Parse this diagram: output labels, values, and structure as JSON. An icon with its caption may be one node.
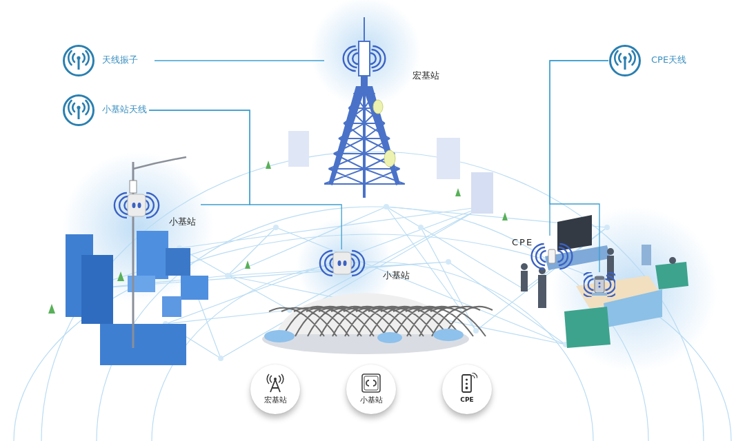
{
  "diagram": {
    "nodes": [
      {
        "text": [
          "天线振子"
        ]
      },
      {
        "text": [
          "小基站天线"
        ]
      },
      {
        "text": [
          "CPE天线"
        ]
      },
      {
        "text": [
          "宏基站"
        ]
      },
      {
        "text": [
          "小基站"
        ]
      },
      {
        "text": [
          "小基站"
        ]
      },
      {
        "text": [
          "CPE"
        ]
      },
      {
        "text": [],
        "shape": "picture"
      },
      {
        "text": [
          "宏基站"
        ]
      },
      {
        "text": [
          "小基站"
        ]
      },
      {
        "text": [
          "CPE"
        ]
      }
    ],
    "edges": [
      {
        "from": 0,
        "to": 3,
        "arrow": "none"
      },
      {
        "from": 1,
        "to": 4,
        "arrow": "none"
      },
      {
        "from": 1,
        "to": 5,
        "arrow": "none"
      },
      {
        "from": 2,
        "to": 6,
        "arrow": "none"
      },
      {
        "from": 2,
        "to": 7,
        "arrow": "none"
      }
    ]
  }
}
